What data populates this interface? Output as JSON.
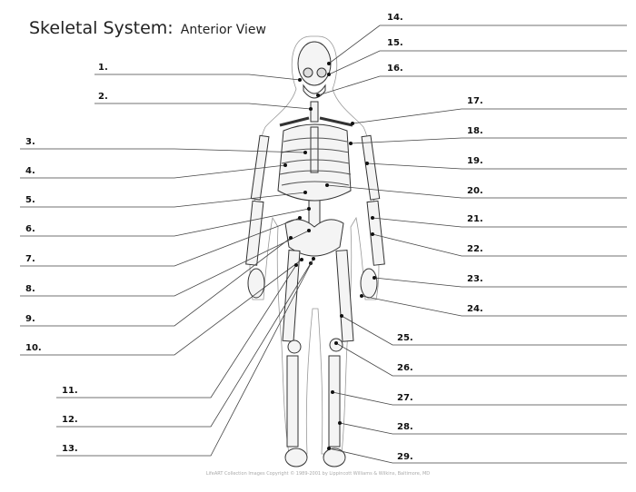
{
  "title": "Skeletal System:",
  "subtitle": "Anterior View",
  "copyright": "LifeART Collection Images Copyright © 1989-2001 by Lippincott Williams & Wilkins, Baltimore, MD",
  "labels": [
    "1.",
    "2.",
    "3.",
    "4.",
    "5.",
    "6.",
    "7.",
    "8.",
    "9.",
    "10.",
    "11.",
    "12.",
    "13.",
    "14.",
    "15.",
    "16.",
    "17.",
    "18.",
    "19.",
    "20.",
    "21.",
    "22.",
    "23.",
    "24.",
    "25.",
    "26.",
    "27.",
    "28.",
    "29."
  ]
}
